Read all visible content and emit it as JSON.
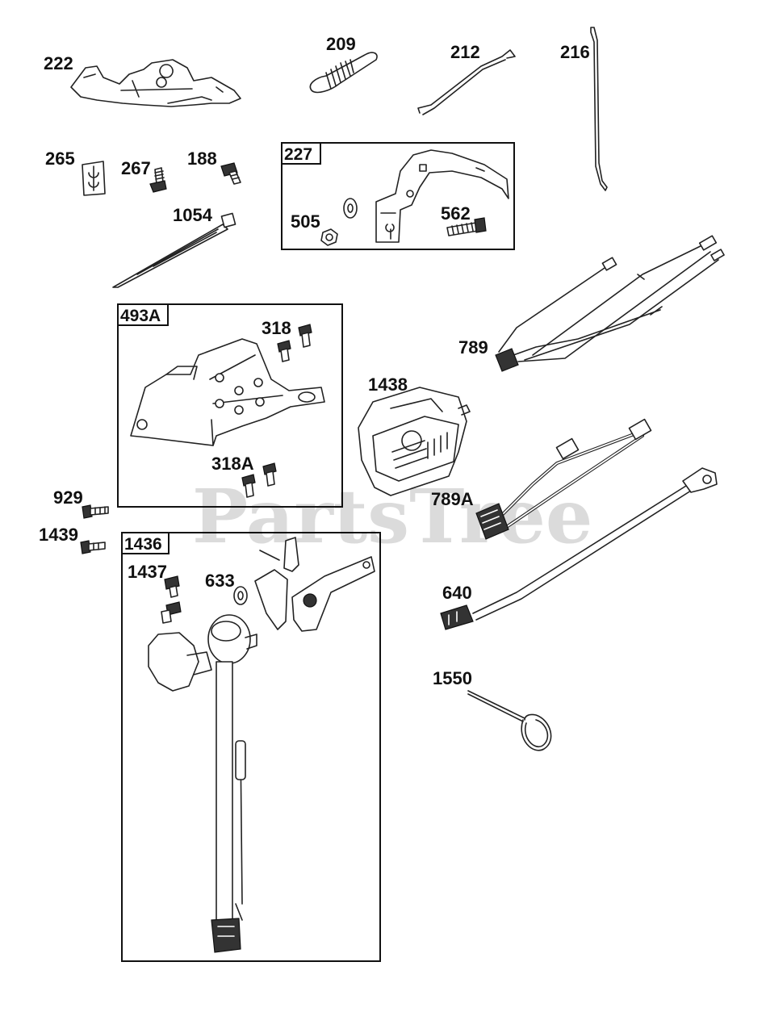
{
  "watermark": "PartsTree",
  "labels": {
    "p222": "222",
    "p209": "209",
    "p212": "212",
    "p216": "216",
    "p265": "265",
    "p267": "267",
    "p188": "188",
    "p1054": "1054",
    "p227": "227",
    "p505": "505",
    "p562": "562",
    "p493A": "493A",
    "p318": "318",
    "p318A": "318A",
    "p789": "789",
    "p1438": "1438",
    "p789A": "789A",
    "p929": "929",
    "p1439": "1439",
    "p1436": "1436",
    "p1437": "1437",
    "p633": "633",
    "p640": "640",
    "p1550": "1550"
  }
}
